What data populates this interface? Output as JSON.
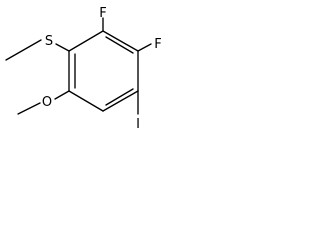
{
  "molecule": {
    "atoms": {
      "fluorine_top": "F",
      "fluorine_right": "F",
      "sulfur": "S",
      "iodine": "I",
      "oxygen": "O"
    }
  },
  "colors": {
    "bond": "#000000",
    "background": "#ffffff"
  }
}
